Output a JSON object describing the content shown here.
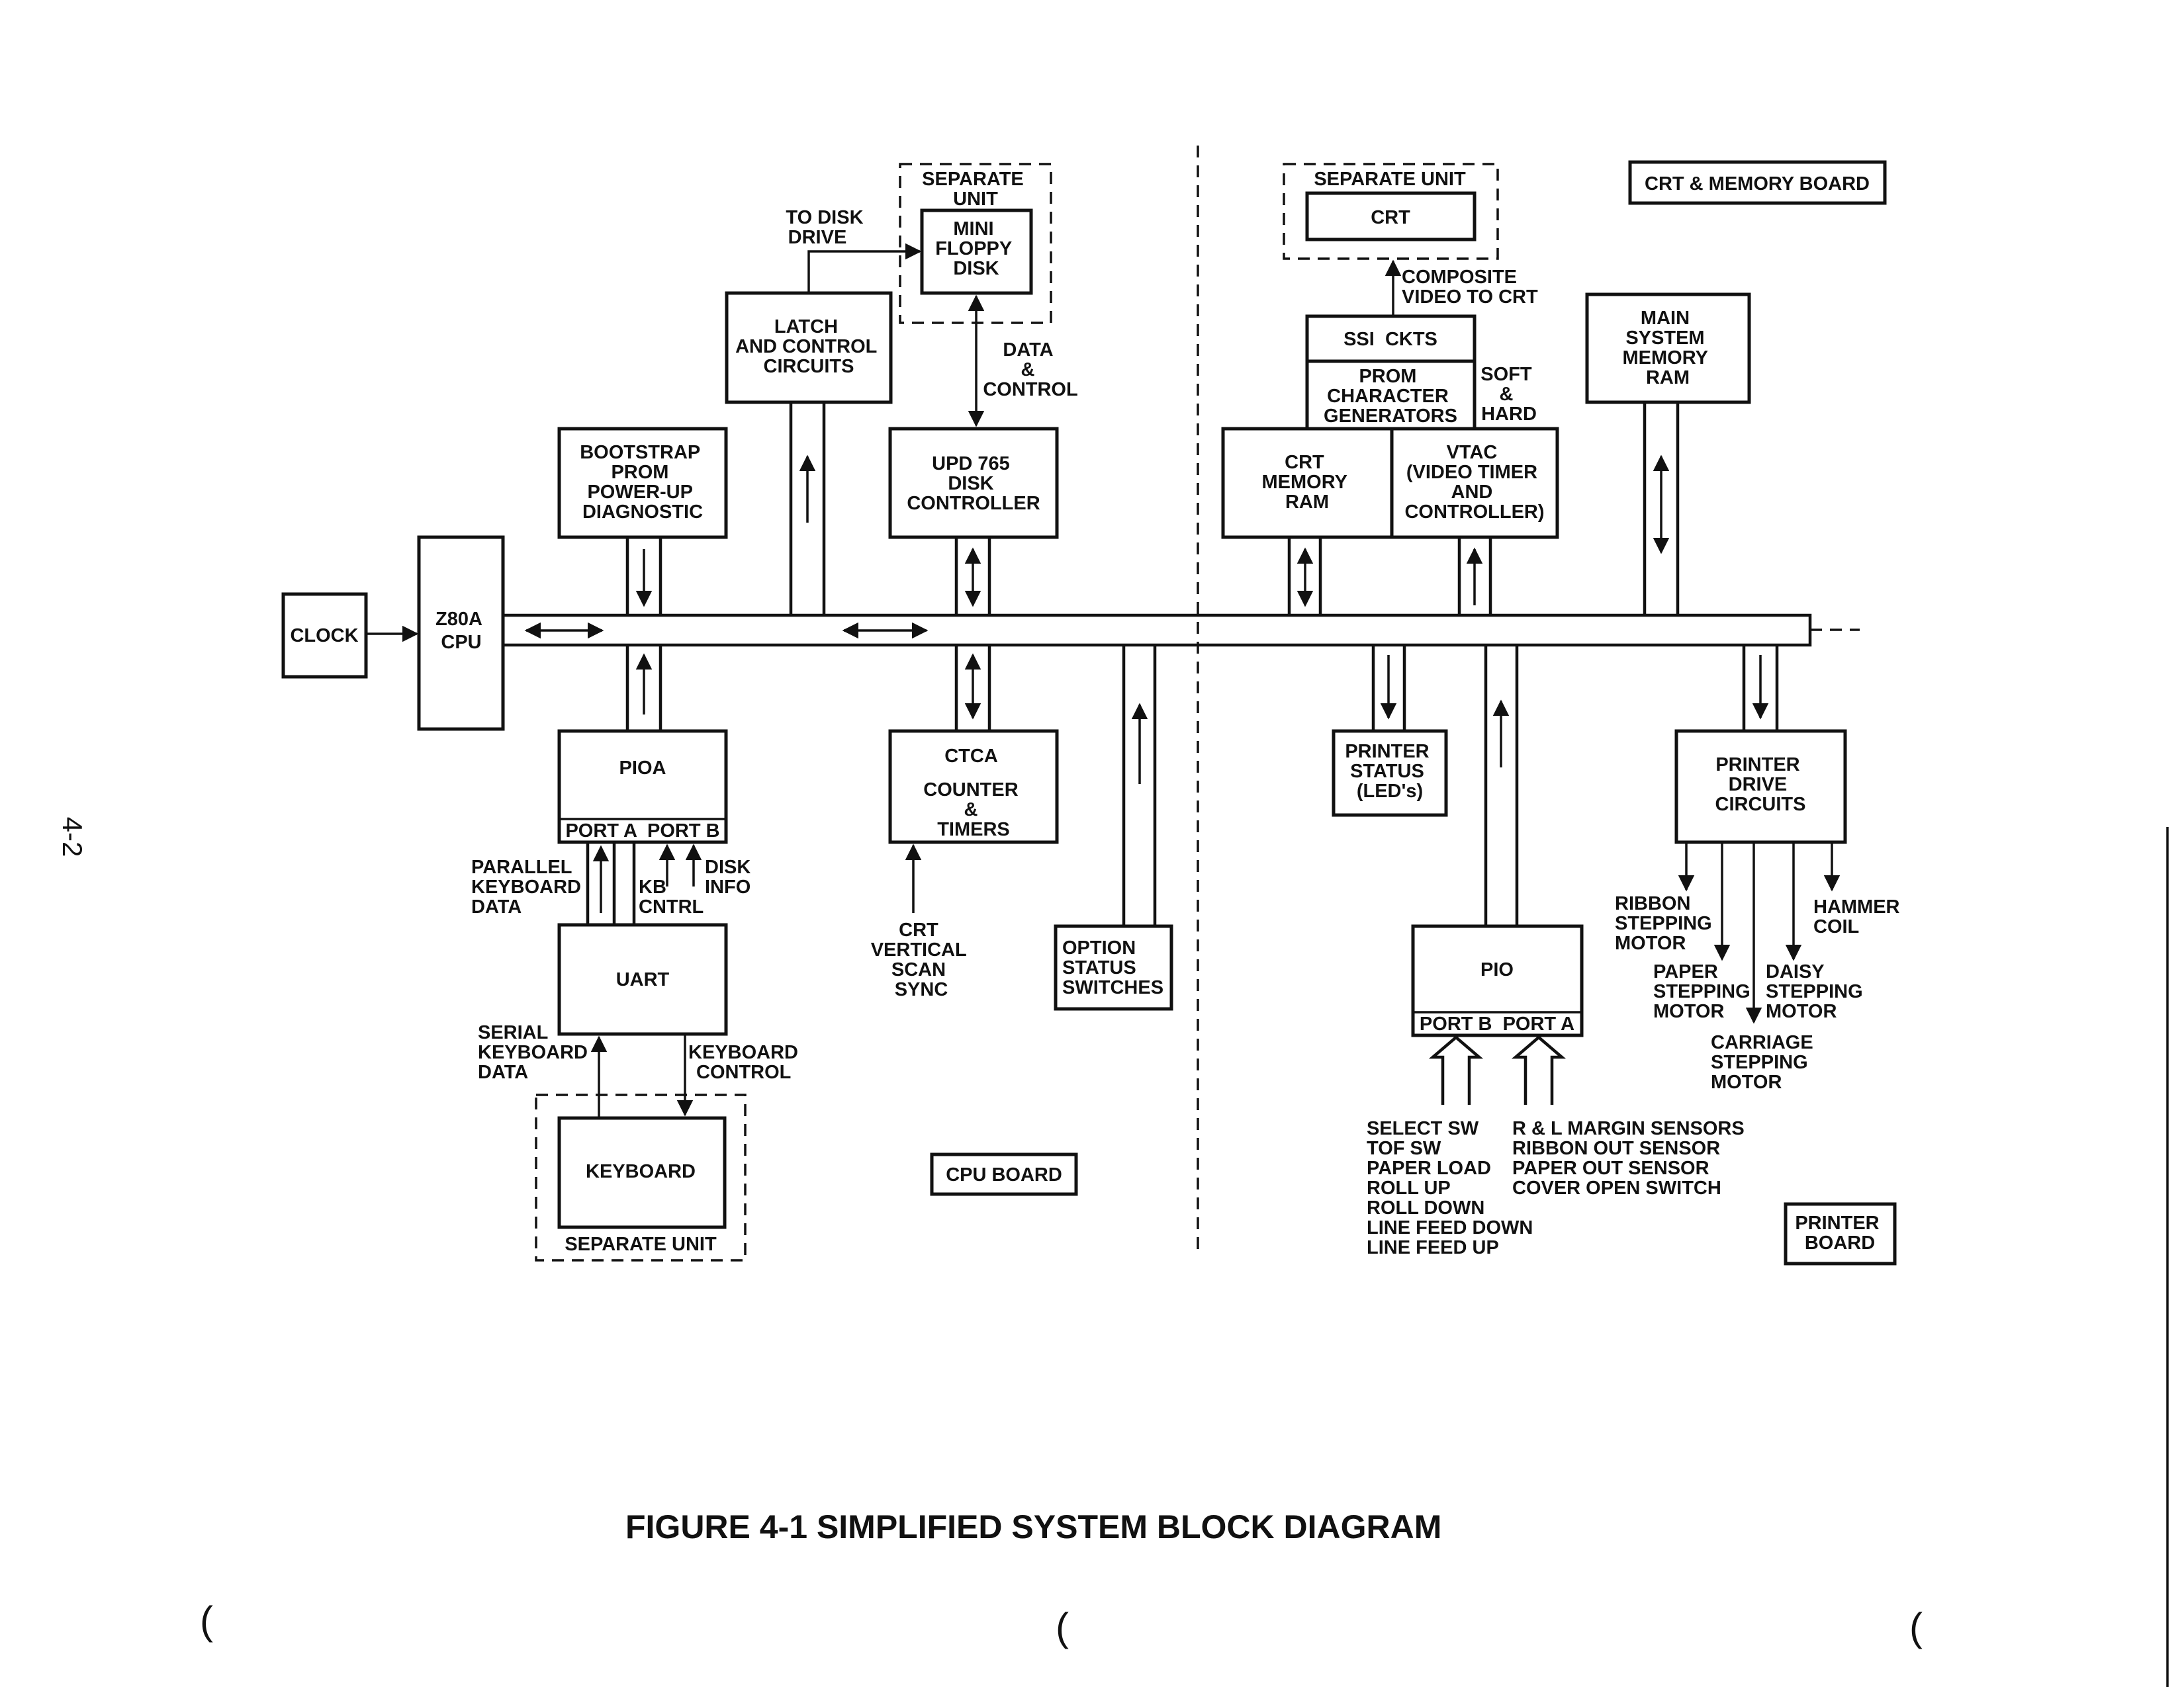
{
  "page_marker": "4-2",
  "figure_caption": "FIGURE 4-1 SIMPLIFIED SYSTEM BLOCK DIAGRAM",
  "boards": {
    "cpu": "CPU BOARD",
    "crt_memory": "CRT & MEMORY BOARD",
    "printer": [
      "PRINTER",
      "BOARD"
    ]
  },
  "blocks": {
    "clock": "CLOCK",
    "cpu": [
      "Z80A",
      "CPU"
    ],
    "bootstrap": [
      "BOOTSTRAP",
      "PROM",
      "POWER-UP",
      "DIAGNOSTIC"
    ],
    "latch": [
      "LATCH",
      "AND CONTROL",
      "CIRCUITS"
    ],
    "floppy_unit": [
      "SEPARATE",
      "UNIT"
    ],
    "floppy": [
      "MINI",
      "FLOPPY",
      "DISK"
    ],
    "disk_controller": [
      "UPD 765",
      "DISK",
      "CONTROLLER"
    ],
    "pioa": "PIOA",
    "pioa_ports": "PORT A  PORT B",
    "uart": "UART",
    "keyboard": "KEYBOARD",
    "keyboard_unit": "SEPARATE UNIT",
    "ctca": [
      "CTCA",
      "COUNTER",
      "&",
      "TIMERS"
    ],
    "option": [
      "OPTION",
      "STATUS",
      "SWITCHES"
    ],
    "crt_unit": "SEPARATE UNIT",
    "crt": "CRT",
    "ssi": "SSI  CKTS",
    "prom_char": [
      "PROM",
      "CHARACTER",
      "GENERATORS"
    ],
    "crt_memory": [
      "CRT",
      "MEMORY",
      "RAM"
    ],
    "vtac": [
      "VTAC",
      "(VIDEO TIMER",
      "AND",
      "CONTROLLER)"
    ],
    "main_memory": [
      "MAIN",
      "SYSTEM",
      "MEMORY",
      "RAM"
    ],
    "printer_status": [
      "PRINTER",
      "STATUS",
      "(LED's)"
    ],
    "printer_drive": [
      "PRINTER",
      "DRIVE",
      "CIRCUITS"
    ],
    "pio": "PIO",
    "pio_ports": "PORT B  PORT A"
  },
  "labels": {
    "to_disk_drive": [
      "TO DISK",
      "DRIVE"
    ],
    "data_control": [
      "DATA",
      "&",
      "CONTROL"
    ],
    "parallel_kb": [
      "PARALLEL",
      "KEYBOARD",
      "DATA"
    ],
    "kb_cntrl": [
      "KB",
      "CNTRL"
    ],
    "disk_info": [
      "DISK",
      "INFO"
    ],
    "serial_kb": [
      "SERIAL",
      "KEYBOARD",
      "DATA"
    ],
    "kb_control": [
      "KEYBOARD",
      "CONTROL"
    ],
    "crt_sync": [
      "CRT",
      "VERTICAL",
      "SCAN",
      "SYNC"
    ],
    "composite": [
      "COMPOSITE",
      "VIDEO TO CRT"
    ],
    "soft_hard": [
      "SOFT",
      "&",
      "HARD"
    ],
    "ribbon_motor": [
      "RIBBON",
      "STEPPING",
      "MOTOR"
    ],
    "hammer": [
      "HAMMER",
      "COIL"
    ],
    "paper_motor": [
      "PAPER",
      "STEPPING",
      "MOTOR"
    ],
    "daisy_motor": [
      "DAISY",
      "STEPPING",
      "MOTOR"
    ],
    "carriage_motor": [
      "CARRIAGE",
      "STEPPING",
      "MOTOR"
    ],
    "port_b_inputs": [
      "SELECT SW",
      "TOF SW",
      "PAPER LOAD",
      "ROLL UP",
      "ROLL DOWN",
      "LINE FEED DOWN",
      "LINE FEED UP"
    ],
    "port_a_inputs": [
      "R & L MARGIN SENSORS",
      "RIBBON OUT SENSOR",
      "PAPER OUT SENSOR",
      "COVER OPEN SWITCH"
    ]
  }
}
